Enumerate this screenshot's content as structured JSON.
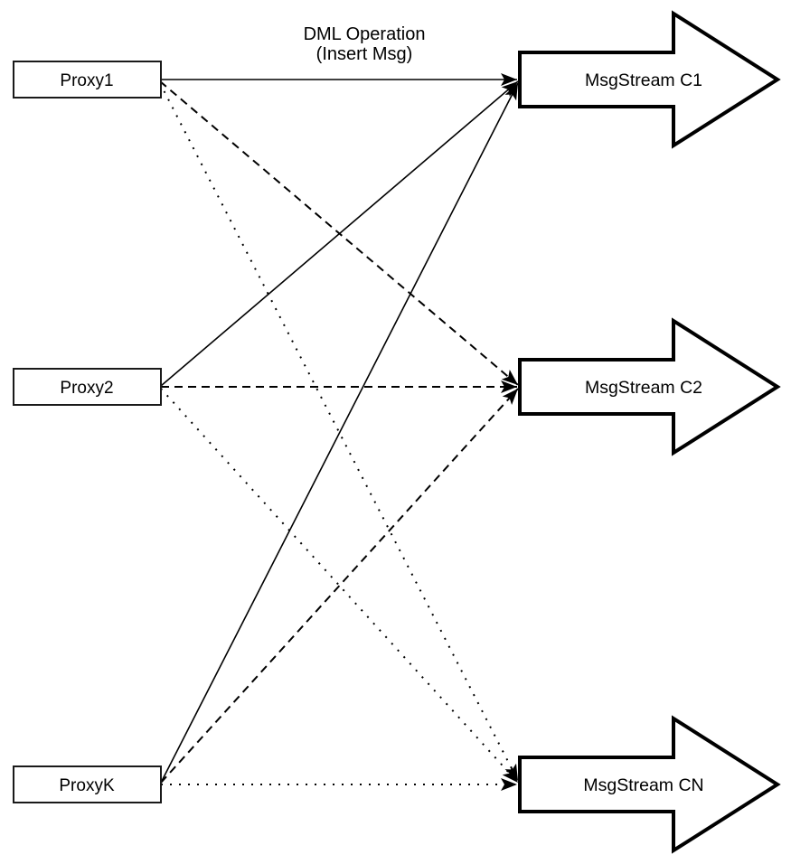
{
  "diagram": {
    "title": {
      "line1": "DML Operation",
      "line2": "(Insert Msg)"
    },
    "proxies": [
      {
        "id": "proxy1",
        "label": "Proxy1"
      },
      {
        "id": "proxy2",
        "label": "Proxy2"
      },
      {
        "id": "proxyk",
        "label": "ProxyK"
      }
    ],
    "streams": [
      {
        "id": "c1",
        "label": "MsgStream C1",
        "incoming_line_style": "solid"
      },
      {
        "id": "c2",
        "label": "MsgStream C2",
        "incoming_line_style": "dashed"
      },
      {
        "id": "cn",
        "label": "MsgStream CN",
        "incoming_line_style": "dotted"
      }
    ],
    "connections": [
      {
        "from": "Proxy1",
        "to": "MsgStream C1",
        "style": "solid"
      },
      {
        "from": "Proxy2",
        "to": "MsgStream C1",
        "style": "solid"
      },
      {
        "from": "ProxyK",
        "to": "MsgStream C1",
        "style": "solid"
      },
      {
        "from": "Proxy1",
        "to": "MsgStream C2",
        "style": "dashed"
      },
      {
        "from": "Proxy2",
        "to": "MsgStream C2",
        "style": "dashed"
      },
      {
        "from": "ProxyK",
        "to": "MsgStream C2",
        "style": "dashed"
      },
      {
        "from": "Proxy1",
        "to": "MsgStream CN",
        "style": "dotted"
      },
      {
        "from": "Proxy2",
        "to": "MsgStream CN",
        "style": "dotted"
      },
      {
        "from": "ProxyK",
        "to": "MsgStream CN",
        "style": "dotted"
      }
    ],
    "colors": {
      "stroke": "#000000",
      "fill": "#ffffff",
      "background": "#ffffff"
    }
  }
}
